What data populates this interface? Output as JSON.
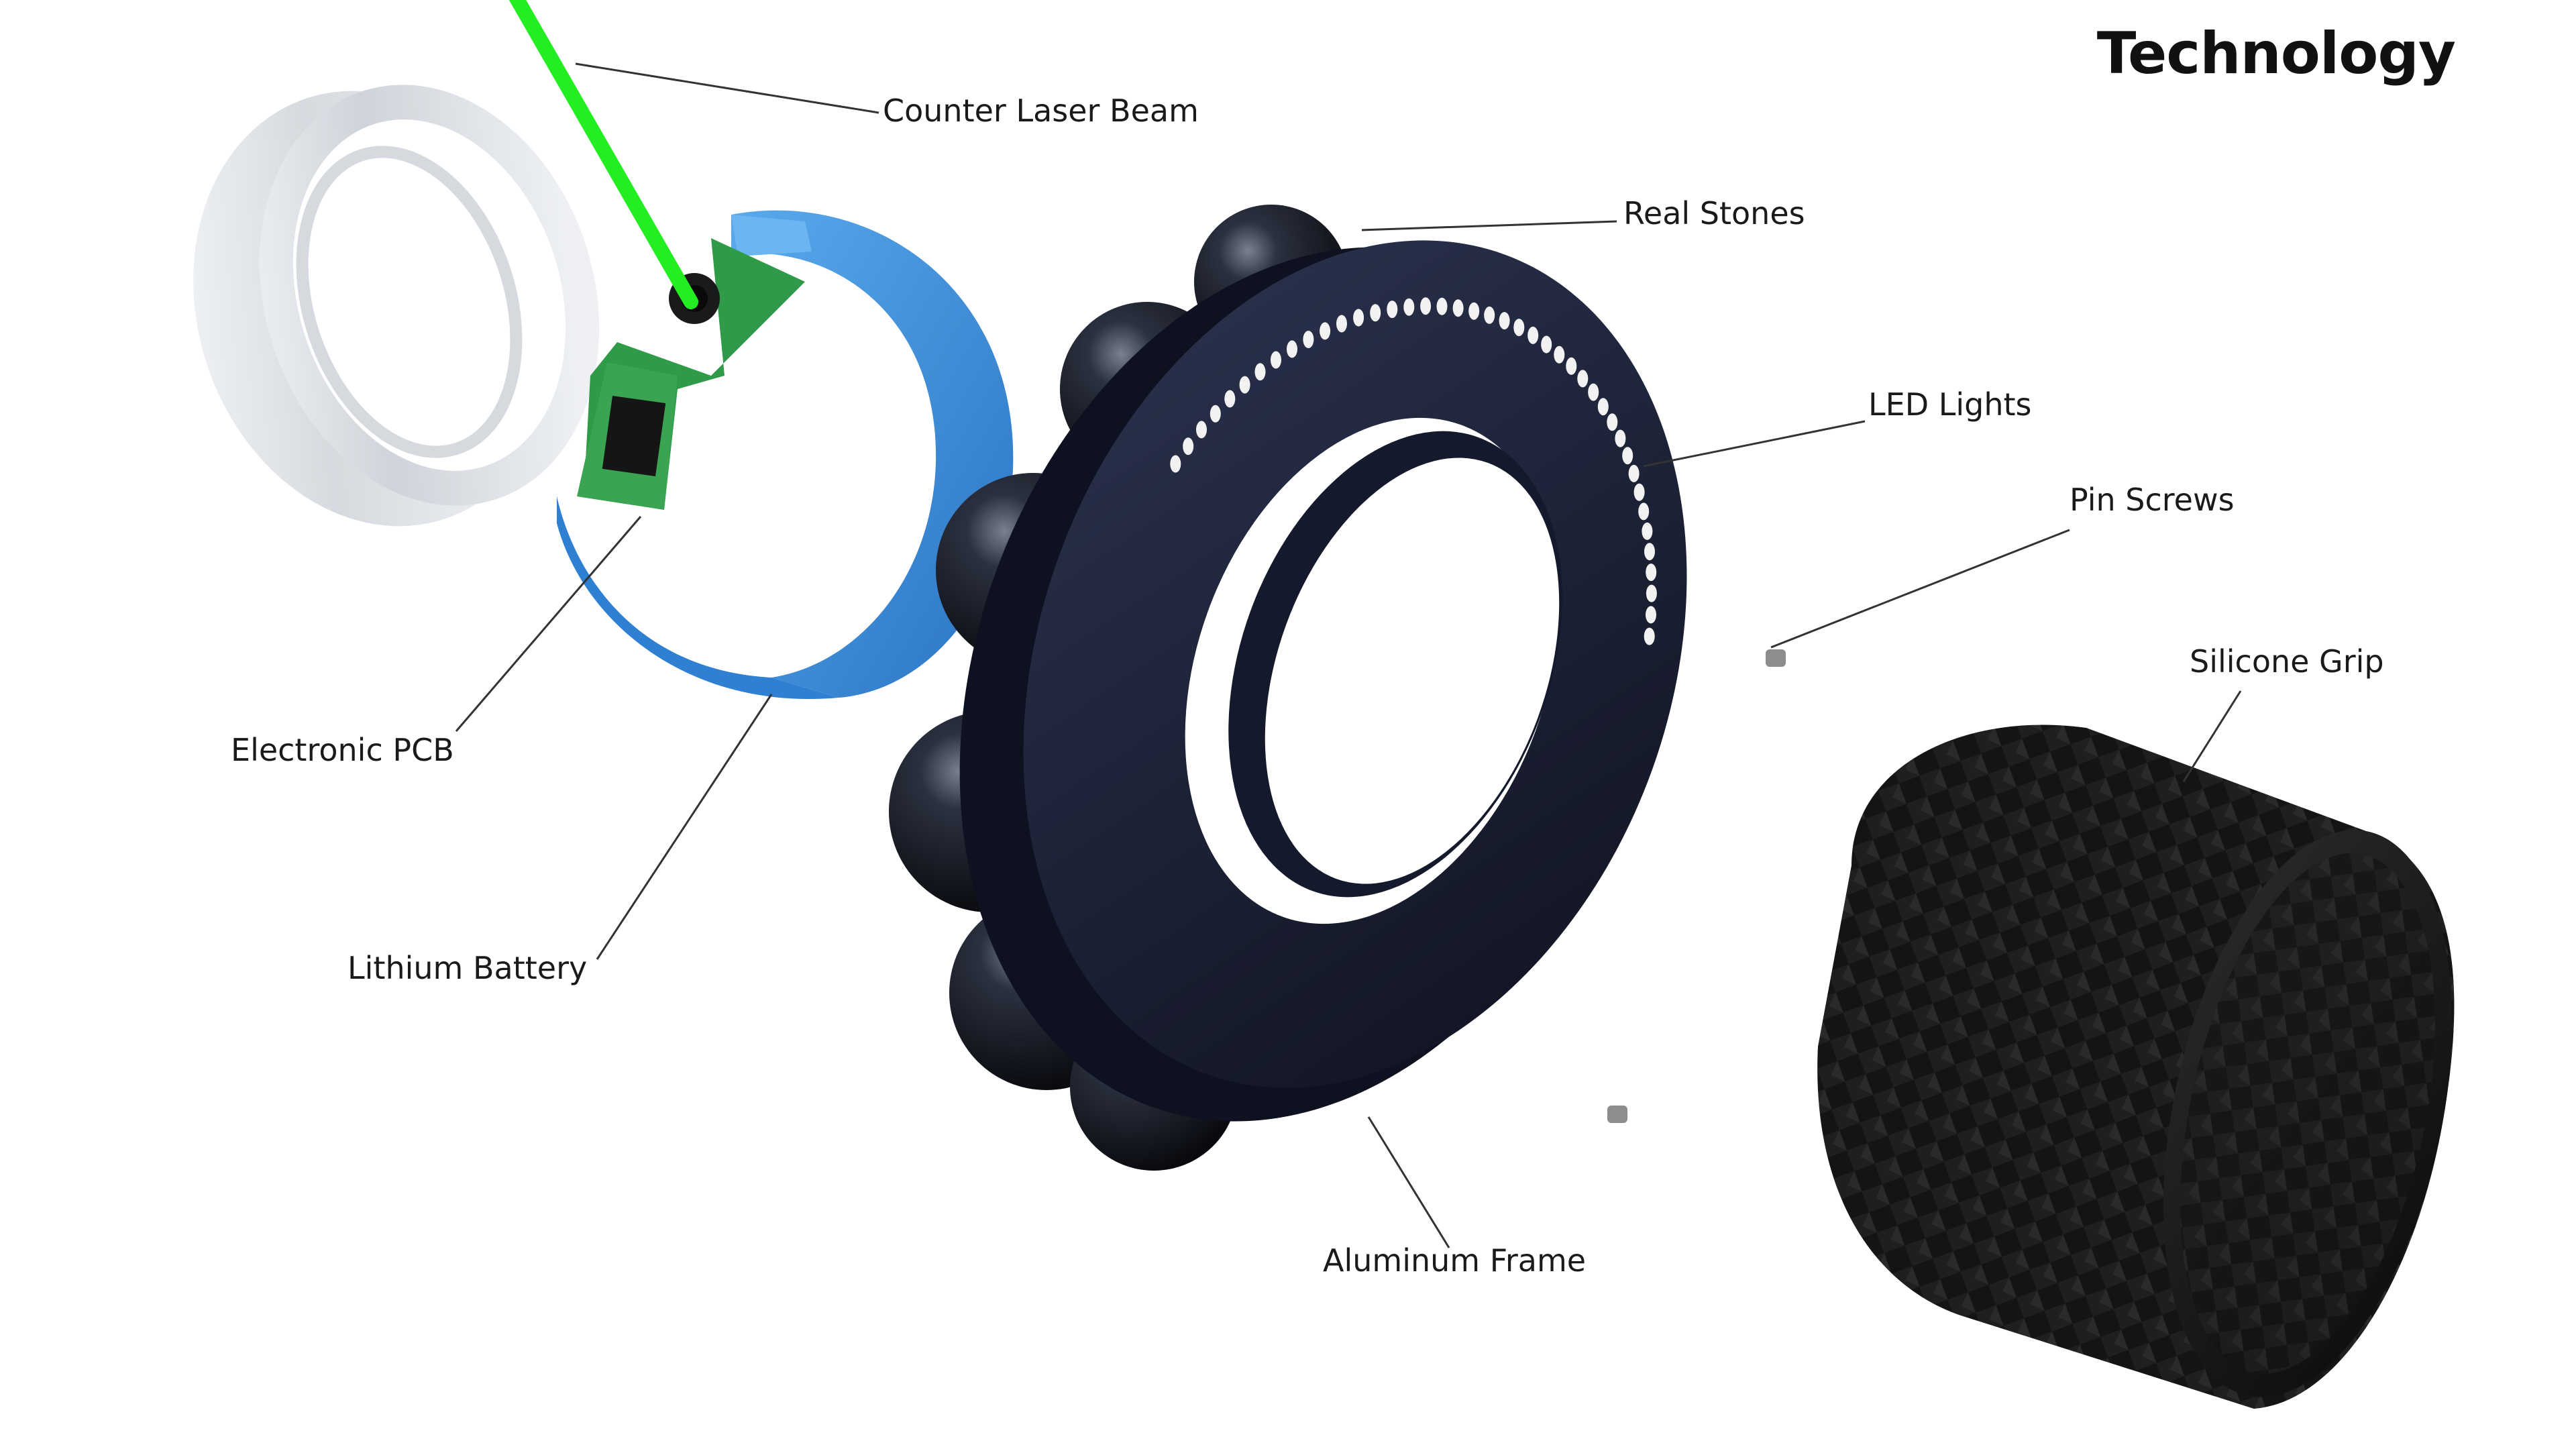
{
  "title": "Technology",
  "labels": {
    "counter_laser_beam": "Counter Laser Beam",
    "real_stones": "Real Stones",
    "led_lights": "LED Lights",
    "pin_screws": "Pin Screws",
    "silicone_grip": "Silicone Grip",
    "electronic_pcb": "Electronic PCB",
    "lithium_battery": "Lithium Battery",
    "aluminum_frame": "Aluminum Frame"
  },
  "colors": {
    "laser": "#22ee22",
    "battery": "#3a8fdc",
    "pcb": "#2f9a48",
    "frame": "#1c2236",
    "grip": "#161616",
    "ring": "#d9dde3"
  }
}
